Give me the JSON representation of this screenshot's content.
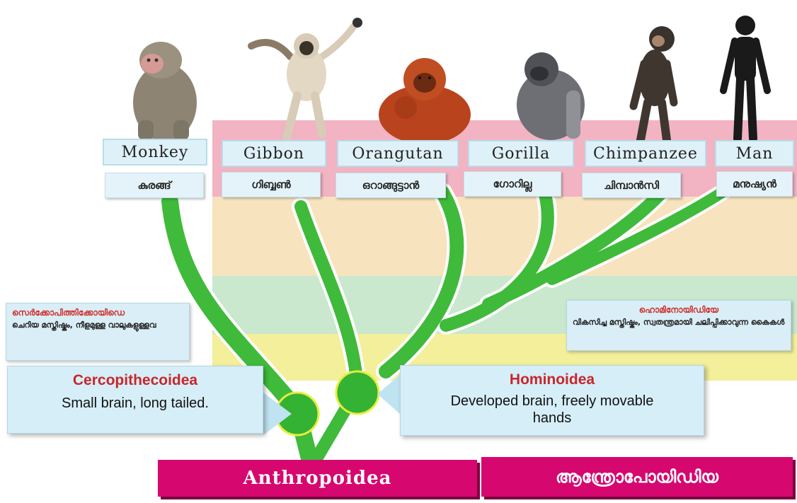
{
  "taxa": [
    {
      "en": "Monkey",
      "ml": "കുരങ്ങ്"
    },
    {
      "en": "Gibbon",
      "ml": "ഗിബ്ബൺ"
    },
    {
      "en": "Orangutan",
      "ml": "ഒറാങ്ങുട്ടാൻ"
    },
    {
      "en": "Gorilla",
      "ml": "ഗോറില്ല"
    },
    {
      "en": "Chimpanzee",
      "ml": "ചിമ്പാൻസി"
    },
    {
      "en": "Man",
      "ml": "മനുഷ്യൻ"
    }
  ],
  "cercopithecoidea": {
    "ml_title": "സെർക്കോപിത്തിക്കോയിഡെ",
    "ml_desc": "ചെറിയ മസ്തിഷ്കം, നീളമുള്ള വാലുകളുള്ളവ",
    "title": "Cercopithecoidea",
    "desc": "Small brain, long tailed."
  },
  "hominoidea": {
    "ml_title": "ഹൊമിനോയിഡിയേ",
    "ml_desc": "വികസിച്ച മസ്തിഷ്കം, സ്വതന്ത്രമായി ചലിപ്പിക്കാവുന്ന കൈകൾ",
    "title": "Hominoidea",
    "desc": "Developed brain, freely movable hands"
  },
  "root": {
    "en": "Anthropoidea",
    "ml": "ആന്ത്രോപോയിഡിയ"
  },
  "colors": {
    "branch": "#3fba3a",
    "node": "#34b233",
    "node_ring": "#e6ee3c",
    "bar": "#d6076f",
    "red_text": "#c8262b"
  }
}
